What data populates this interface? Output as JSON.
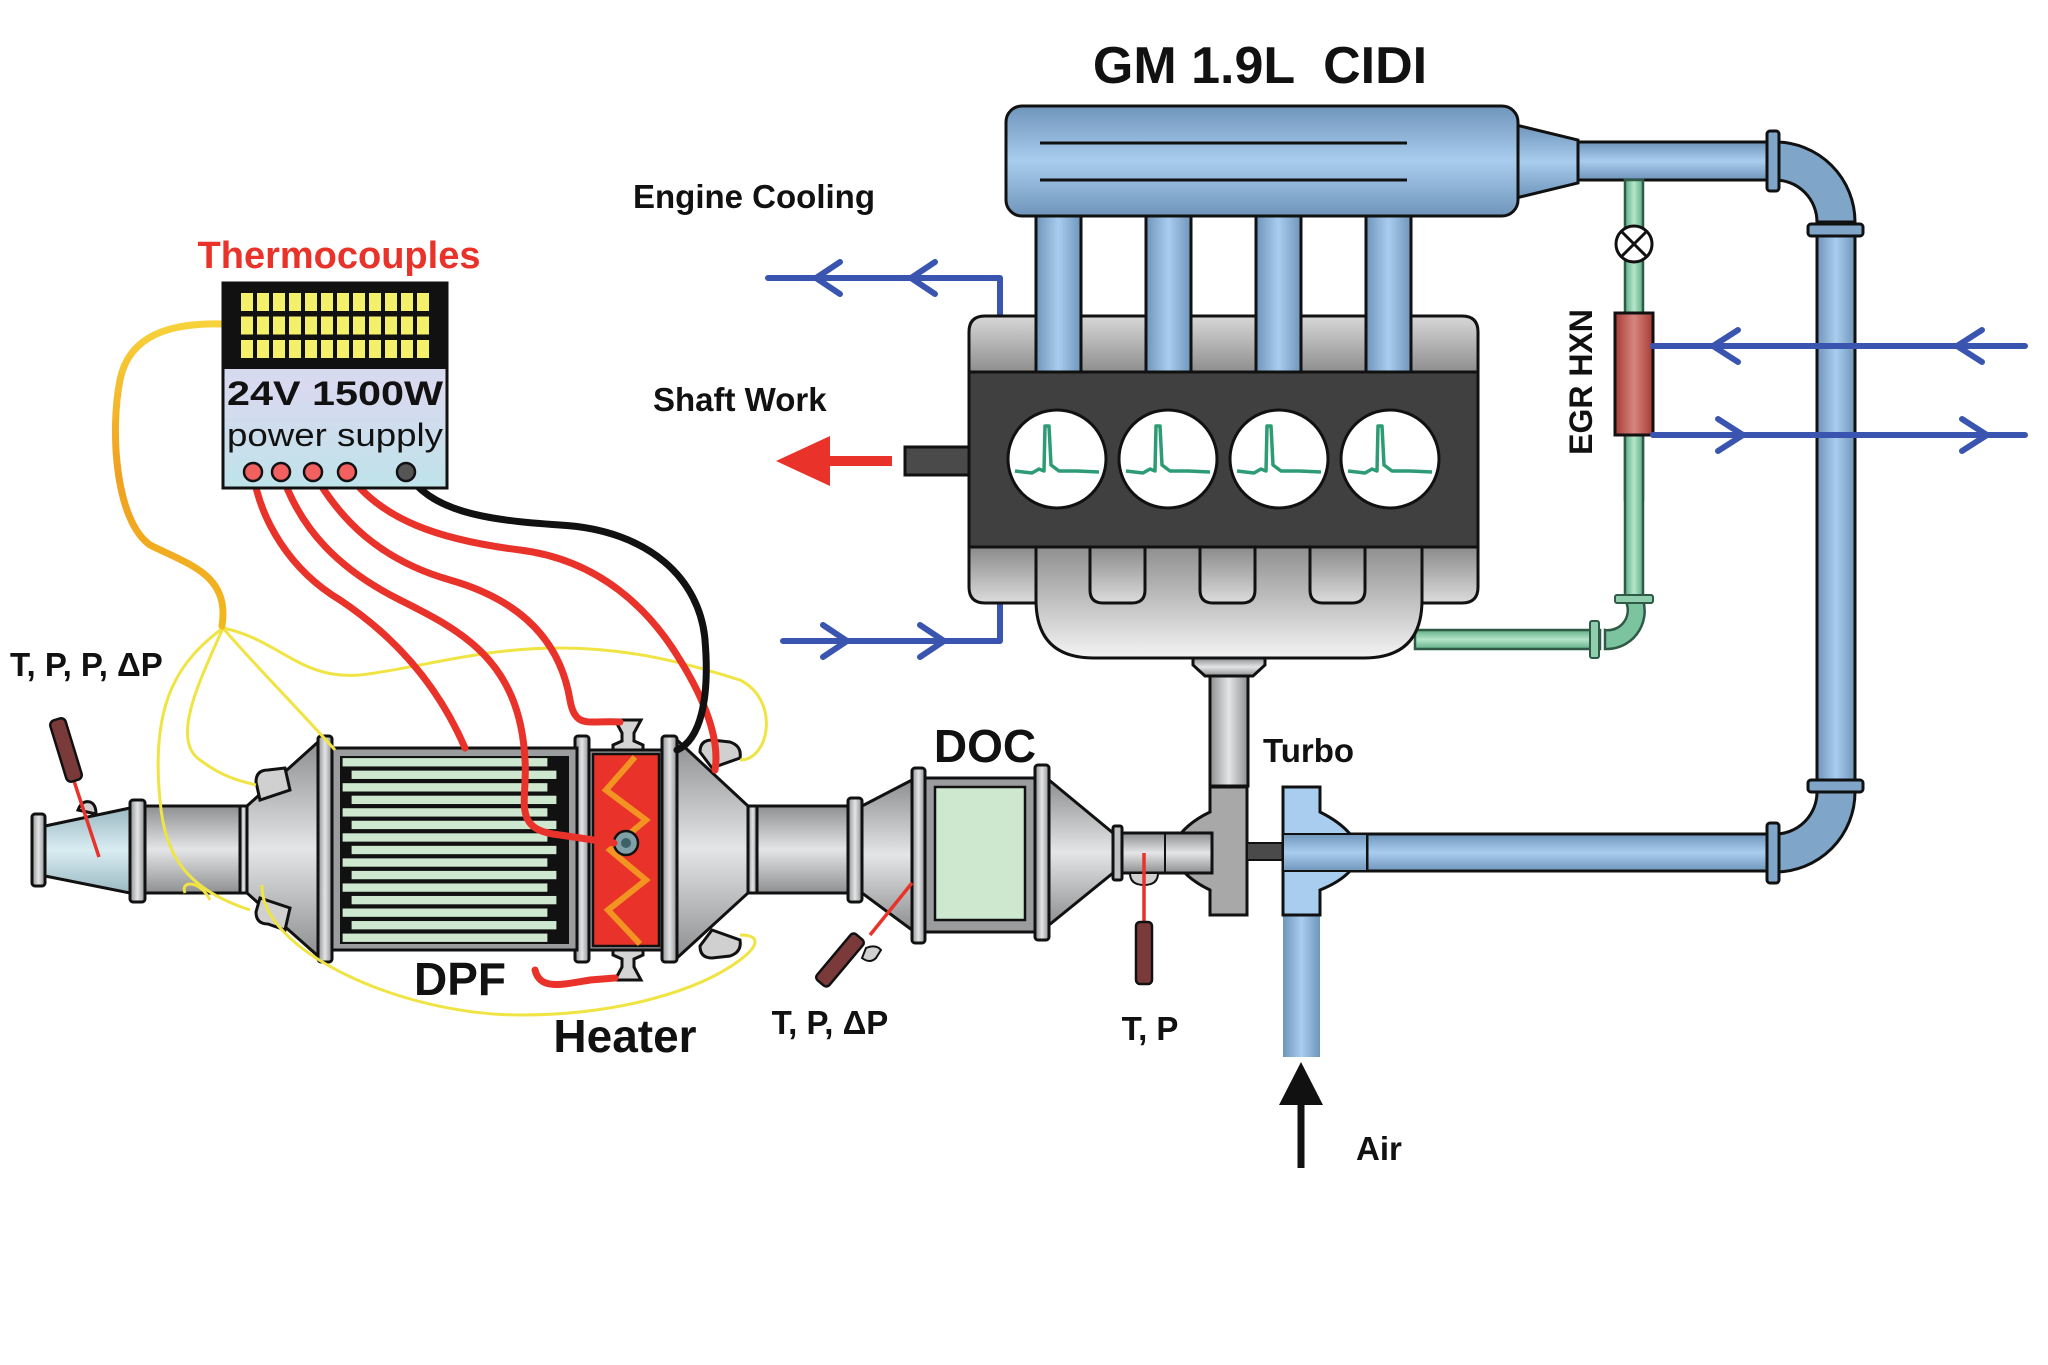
{
  "diagram": {
    "title": "GM 1.9L  CIDI",
    "labels": {
      "engine_cooling": "Engine Cooling",
      "shaft_work": "Shaft Work",
      "thermocouples": "Thermocouples",
      "power_supply_rating": "24V 1500W",
      "power_supply_name": "power supply",
      "egr_hxn": "EGR HXN",
      "turbo": "Turbo",
      "air": "Air",
      "dpf": "DPF",
      "heater": "Heater",
      "doc": "DOC",
      "sensor_tailpipe": "T, P, P, ΔP",
      "sensor_doc_inlet": "T, P, ΔP",
      "sensor_turbo_outlet": "T, P"
    },
    "components": {
      "engine_cylinders": 4,
      "thermocouple_slots": {
        "rows": 3,
        "columns": 12
      },
      "power_supply_terminals": {
        "red": 4,
        "black": 1
      },
      "dpf_channels": 15
    },
    "colors": {
      "intake_blue": "#8fb4d6",
      "coolant_line": "#3a55b0",
      "egr_green": "#8fcfae",
      "heater_red": "#e8322a",
      "exhaust_gray": "#bfc1c3",
      "engine_dark": "#404040",
      "wire_red": "#e8322a",
      "wire_yellow": "#f0e445",
      "label_red": "#e8322a"
    }
  }
}
